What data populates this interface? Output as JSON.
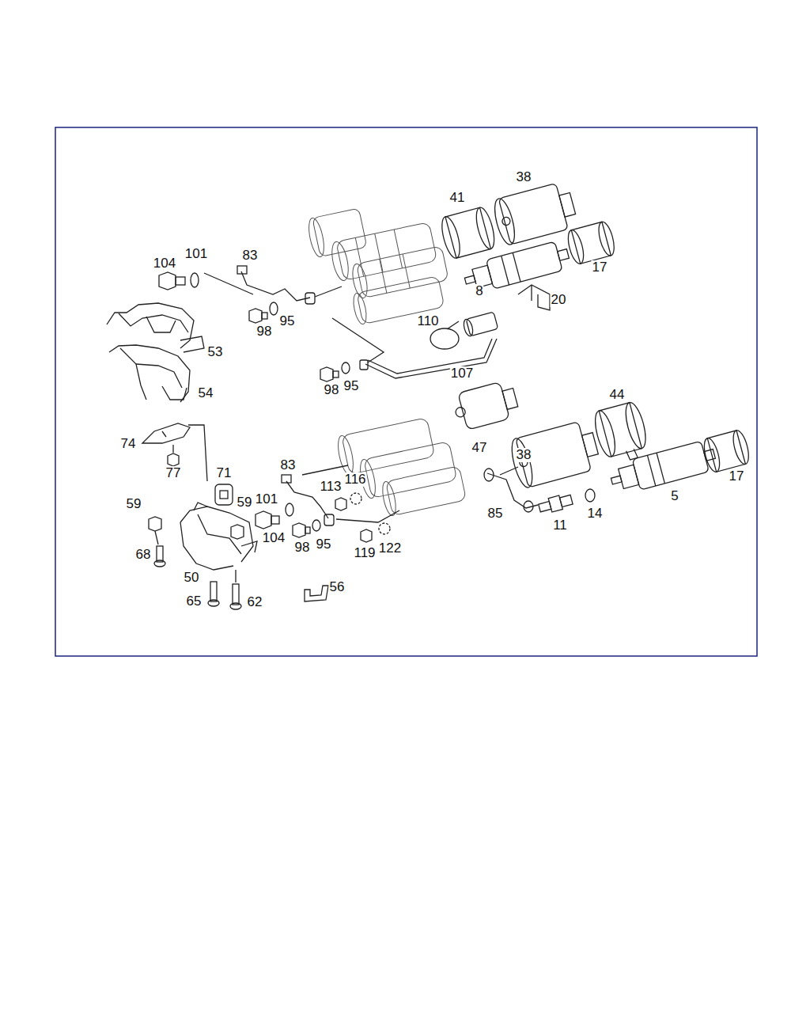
{
  "diagram": {
    "labels": [
      "38",
      "41",
      "101",
      "83",
      "104",
      "17",
      "8",
      "20",
      "95",
      "110",
      "98",
      "53",
      "107",
      "98",
      "95",
      "54",
      "44",
      "47",
      "74",
      "38",
      "77",
      "71",
      "17",
      "83",
      "113",
      "116",
      "59",
      "59",
      "5",
      "101",
      "85",
      "14",
      "11",
      "104",
      "98",
      "95",
      "119",
      "122",
      "68",
      "50",
      "56",
      "65",
      "62"
    ]
  }
}
